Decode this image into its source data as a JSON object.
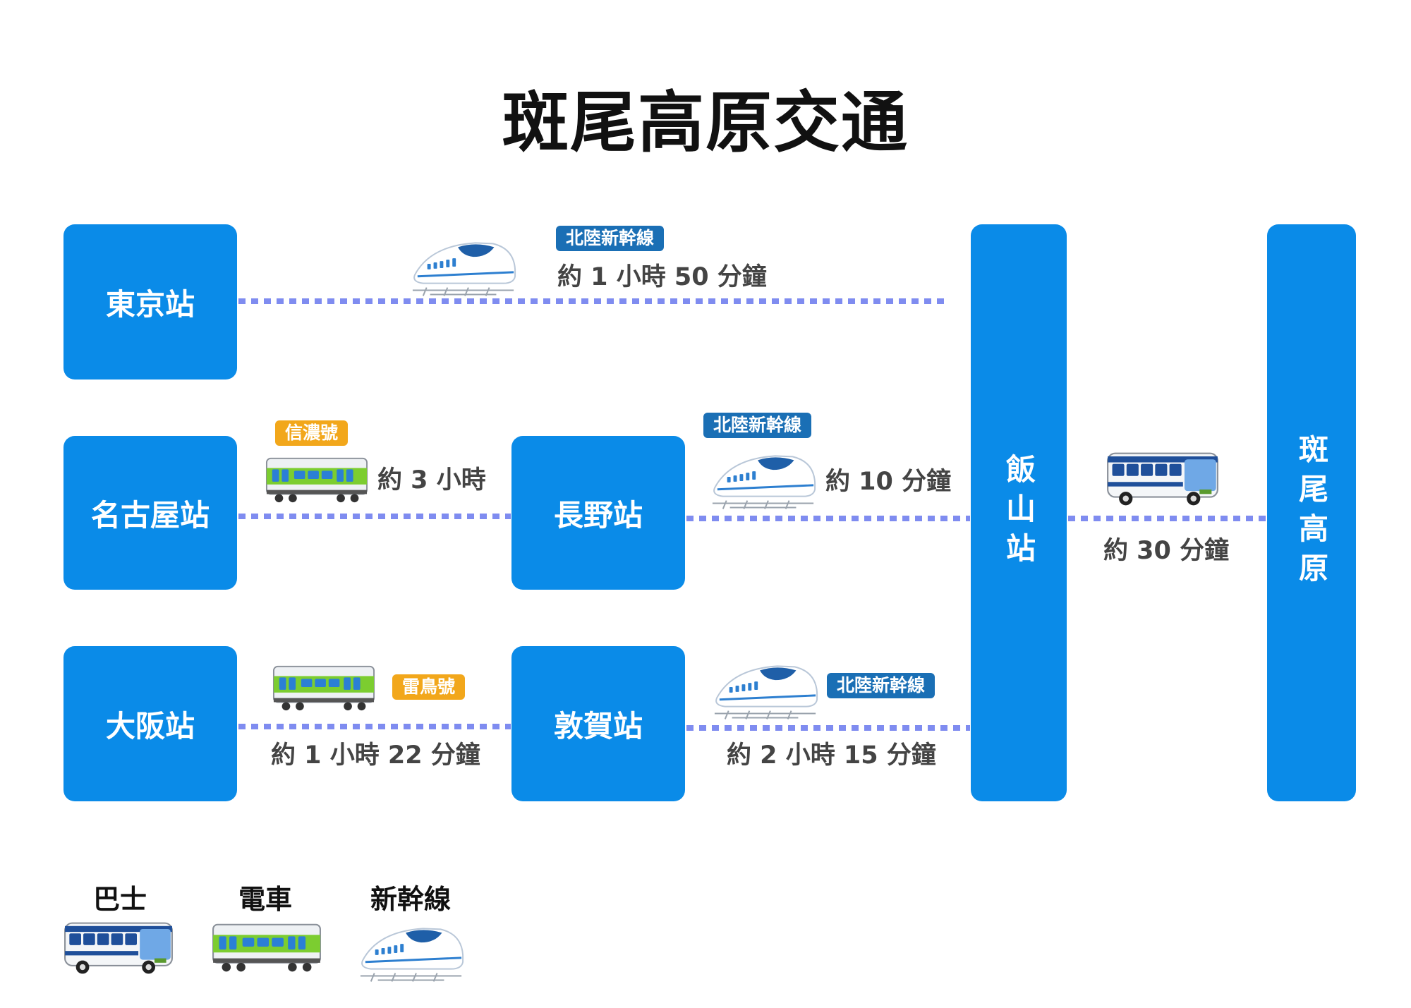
{
  "title": "斑尾高原交通",
  "stations": {
    "tokyo": "東京站",
    "nagoya": "名古屋站",
    "osaka": "大阪站",
    "nagano": "長野站",
    "tsuruga": "敦賀站",
    "iiyama": "飯山站",
    "madarao": "斑尾高原"
  },
  "routes": {
    "tokyo_iiyama": {
      "badge": "北陸新幹線",
      "duration": "約 1 小時 50 分鐘",
      "icon": "shinkansen-icon"
    },
    "nagoya_nagano": {
      "badge": "信濃號",
      "duration": "約 3 小時",
      "icon": "train-icon"
    },
    "nagano_iiyama": {
      "badge": "北陸新幹線",
      "duration": "約 10 分鐘",
      "icon": "shinkansen-icon"
    },
    "osaka_tsuruga": {
      "badge": "雷鳥號",
      "duration": "約 1 小時 22 分鐘",
      "icon": "train-icon"
    },
    "tsuruga_iiyama": {
      "badge": "北陸新幹線",
      "duration": "約 2 小時 15 分鐘",
      "icon": "shinkansen-icon"
    },
    "iiyama_madarao": {
      "duration": "約 30 分鐘",
      "icon": "bus-icon"
    }
  },
  "legend": {
    "bus": "巴士",
    "train": "電車",
    "shinkansen": "新幹線"
  },
  "colors": {
    "station": "#0a8be8",
    "route_dots": "#7f8cf0",
    "badge_blue": "#1a6fb5",
    "badge_orange": "#f2a71b"
  }
}
